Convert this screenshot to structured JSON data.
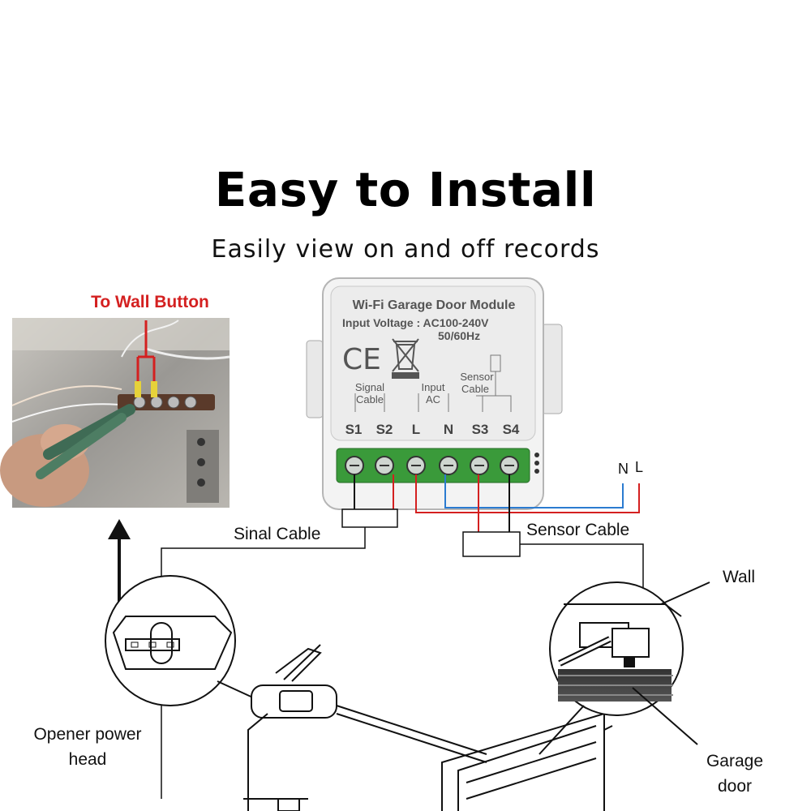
{
  "header": {
    "title": "Easy to Install",
    "subtitle": "Easily view on and off records"
  },
  "module": {
    "name": "Wi-Fi Garage Door Module",
    "voltage": "Input Voltage : AC100-240V",
    "frequency": "50/60Hz",
    "ce_mark": "CE",
    "signal_label_1": "Signal",
    "signal_label_2": "Cable",
    "input_label_1": "Input",
    "input_label_2": "AC",
    "sensor_label_1": "Sensor",
    "sensor_label_2": "Cable",
    "terminals": [
      "S1",
      "S2",
      "L",
      "N",
      "S3",
      "S4"
    ]
  },
  "photo": {
    "caption": "To Wall Button"
  },
  "labels": {
    "signal_cable": "Sinal Cable",
    "sensor_cable": "Sensor Cable",
    "n": "N",
    "l": "L",
    "wall": "Wall",
    "opener_1": "Opener power",
    "opener_2": "head",
    "garage_1": "Garage",
    "garage_2": "door"
  },
  "colors": {
    "live": "#d42020",
    "neutral": "#2b7bd0",
    "terminal_block": "#3a9a3a",
    "caption": "#d42020"
  }
}
